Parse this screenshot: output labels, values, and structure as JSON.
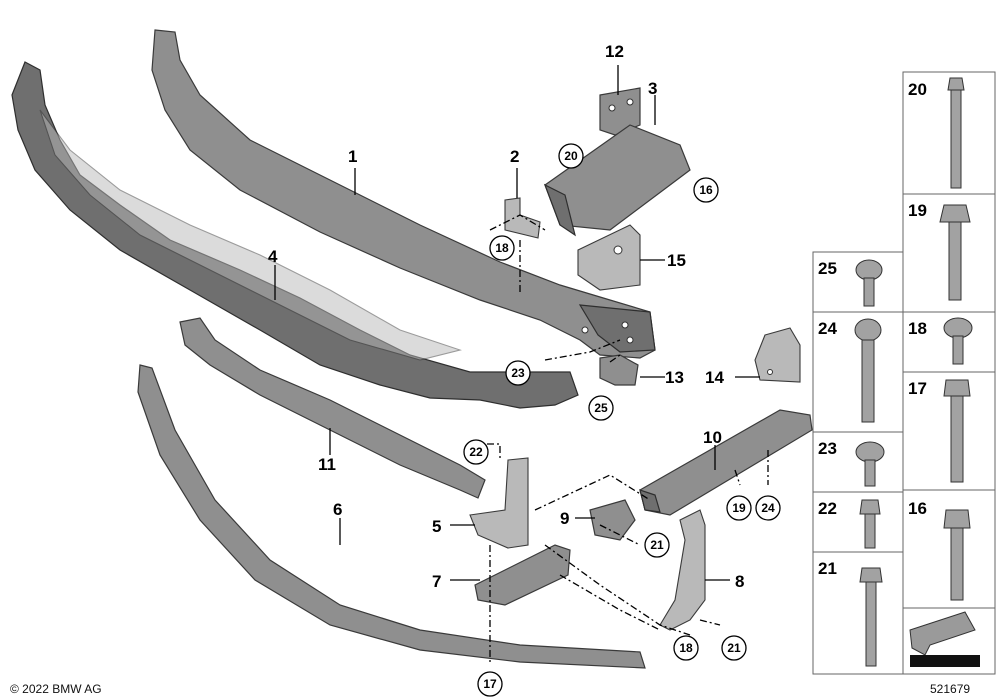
{
  "copyright": "© 2022 BMW AG",
  "diagram_id": "521679",
  "callouts": [
    "1",
    "2",
    "3",
    "4",
    "5",
    "6",
    "7",
    "8",
    "9",
    "10",
    "11",
    "12",
    "13",
    "14",
    "15"
  ],
  "circled_refs": [
    "20",
    "16",
    "18",
    "23",
    "25",
    "22",
    "19",
    "24",
    "21",
    "18",
    "21",
    "17"
  ],
  "fasteners": [
    "20",
    "19",
    "25",
    "18",
    "24",
    "17",
    "23",
    "16",
    "22",
    "21"
  ]
}
